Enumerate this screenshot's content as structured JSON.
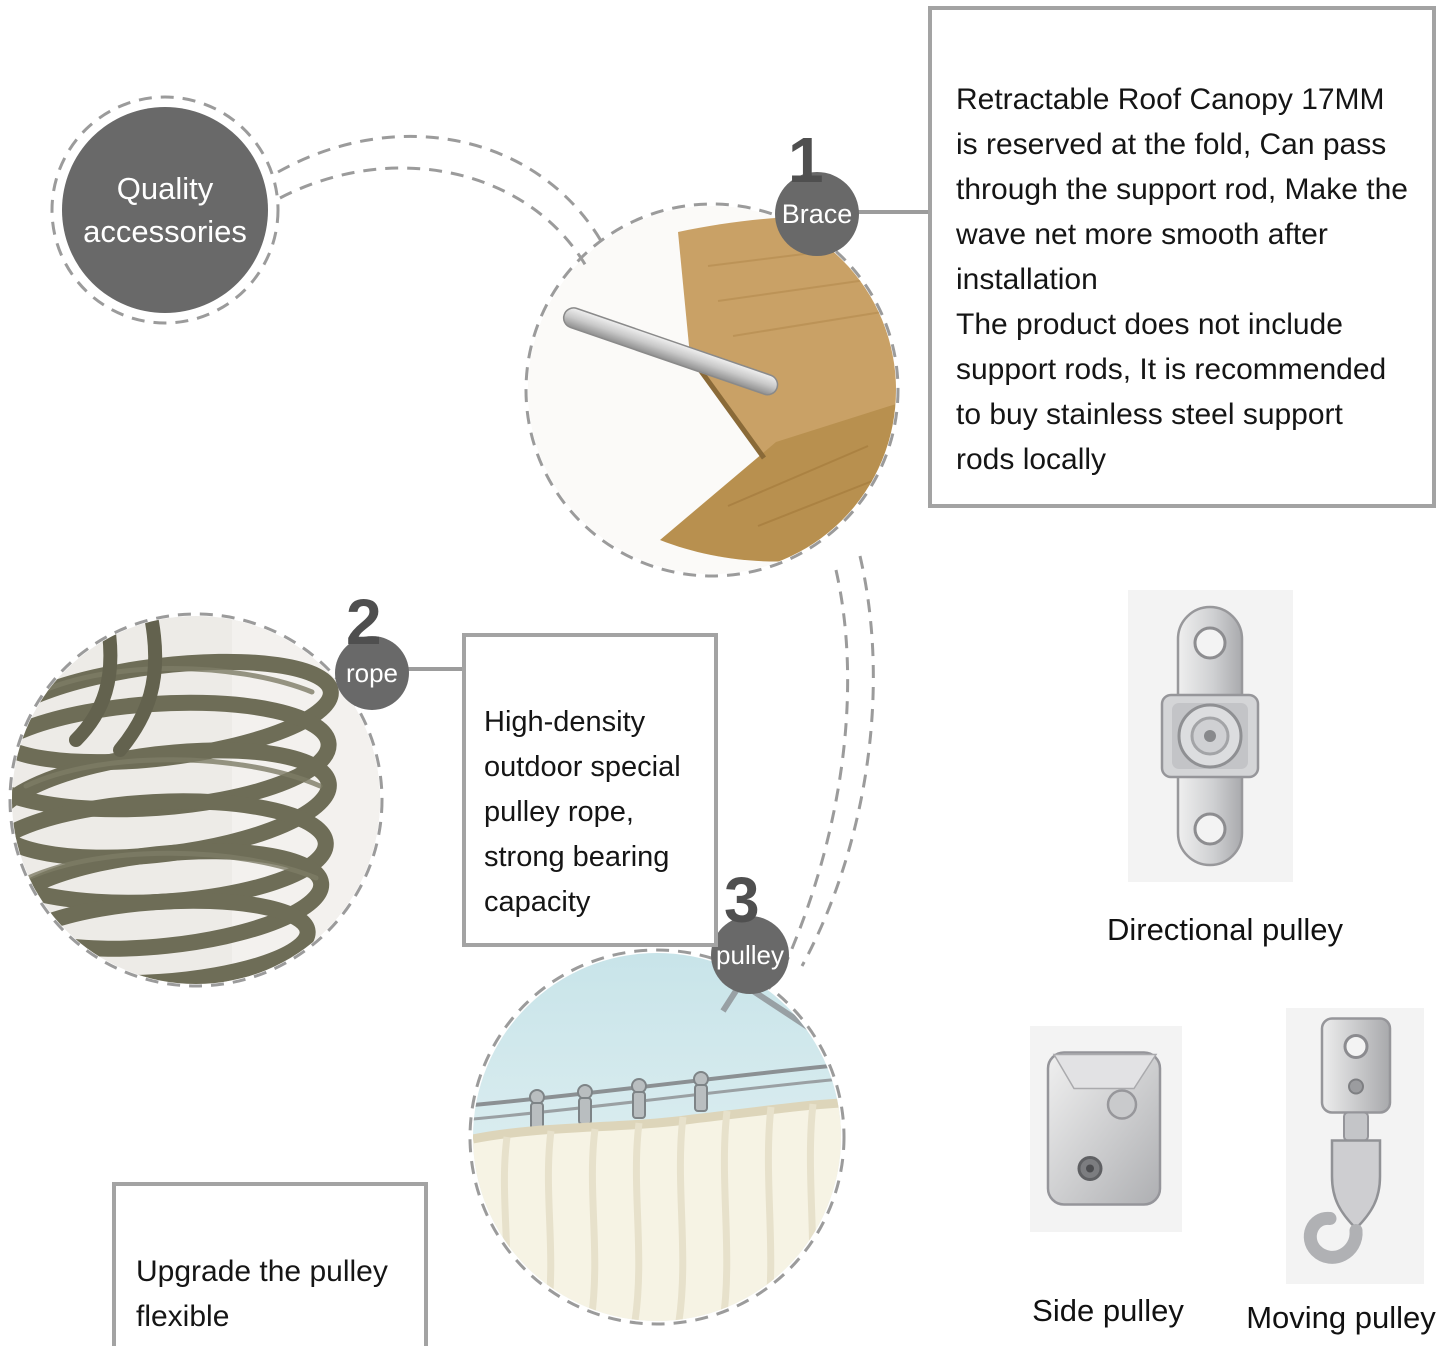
{
  "badge": {
    "line1": "Quality",
    "line2": "accessories"
  },
  "steps": [
    {
      "number": "1",
      "label": "Brace"
    },
    {
      "number": "2",
      "label": "rope"
    },
    {
      "number": "3",
      "label": "pulley"
    }
  ],
  "callouts": {
    "brace": "Retractable Roof Canopy 17MM is reserved at the fold, Can pass through the support rod, Make the wave net more smooth after installation\nThe product does not include support rods, It is recommended to buy stainless steel support rods locally",
    "rope": "High-density outdoor special pulley rope, strong bearing capacity",
    "pulley": "Upgrade the pulley flexible"
  },
  "gallery": [
    {
      "caption": "Directional pulley"
    },
    {
      "caption": "Side pulley"
    },
    {
      "caption": "Moving pulley"
    }
  ],
  "colors": {
    "badge_bg": "#696969",
    "dashed_line": "#9b9b9b",
    "box_border": "#a3a3a3",
    "text": "#151515"
  }
}
